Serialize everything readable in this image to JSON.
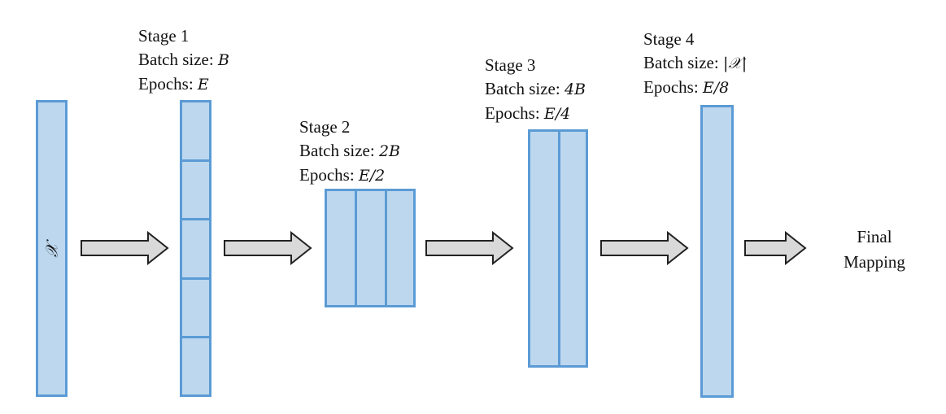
{
  "input": {
    "symbol": "𝒳"
  },
  "stages": [
    {
      "title": "Stage 1",
      "batch_label": "Batch size: ",
      "batch_value": "B",
      "epochs_label": "Epochs: ",
      "epochs_value": "E"
    },
    {
      "title": "Stage 2",
      "batch_label": "Batch size: ",
      "batch_value": "2B",
      "epochs_label": "Epochs: ",
      "epochs_value": "E/2"
    },
    {
      "title": "Stage 3",
      "batch_label": "Batch size: ",
      "batch_value": "4B",
      "epochs_label": "Epochs: ",
      "epochs_value": "E/4"
    },
    {
      "title": "Stage 4",
      "batch_label": "Batch size: ",
      "batch_value": "|𝒳|",
      "epochs_label": "Epochs: ",
      "epochs_value": "E/8"
    }
  ],
  "output": {
    "line1": "Final",
    "line2": "Mapping"
  },
  "colors": {
    "fill": "#bdd7ee",
    "stroke": "#5b9bd5",
    "arrow_fill": "#d9d9d9",
    "arrow_stroke": "#222222"
  }
}
